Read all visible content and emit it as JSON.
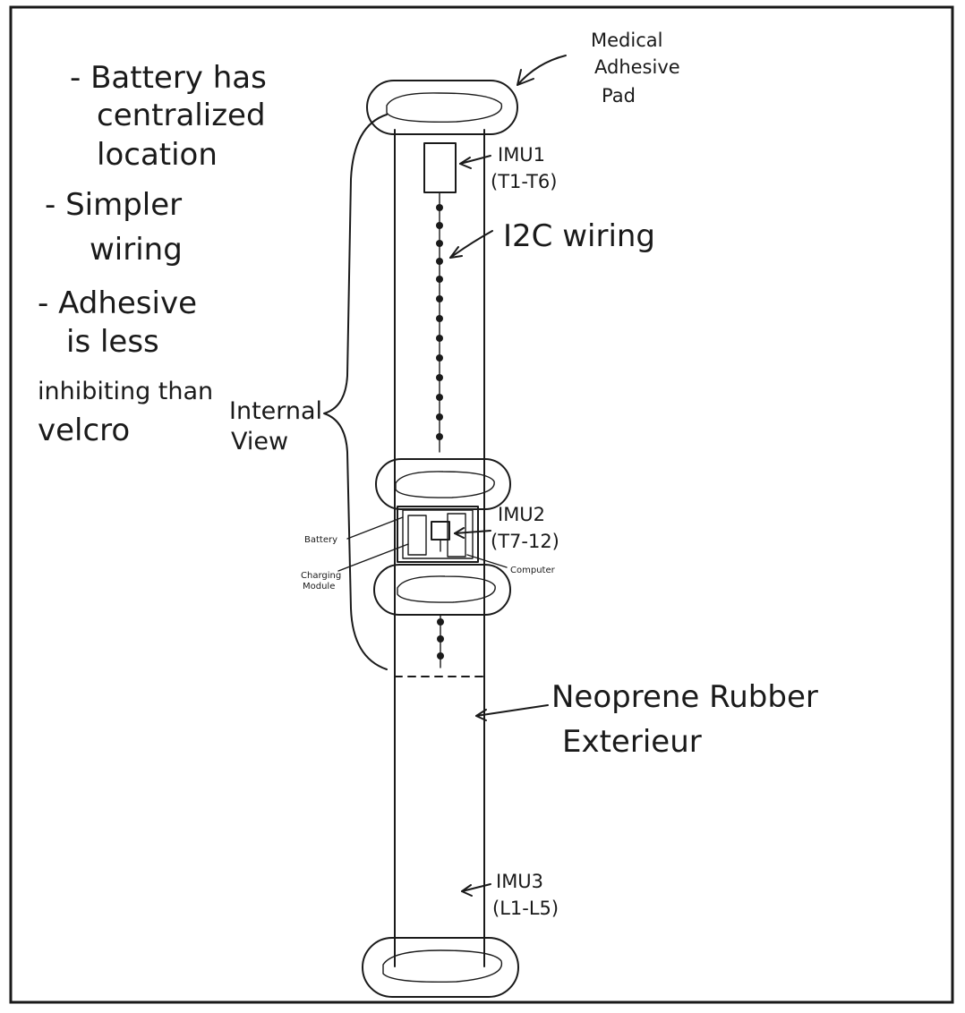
{
  "notes": [
    "- Battery has",
    "centralized",
    "location",
    "- Simpler",
    "wiring",
    "- Adhesive",
    "is less",
    "inhibiting than",
    "velcro"
  ],
  "labels": {
    "adhesive_pad": [
      "Medical",
      "Adhesive",
      "Pad"
    ],
    "imu1": [
      "IMU1",
      "(T1-T6)"
    ],
    "i2c_wiring": "I2C wiring",
    "internal_view": [
      "Internal",
      "View"
    ],
    "imu2": [
      "IMU2",
      "(T7-12)"
    ],
    "battery": "Battery",
    "charging_module": [
      "Charging",
      "Module"
    ],
    "computer": "Computer",
    "neoprene": [
      "Neoprene Rubber",
      "Exterieur"
    ],
    "imu3": [
      "IMU3",
      "(L1-L5)"
    ]
  },
  "colors": {
    "ink": "#1a1a1a",
    "paper": "#ffffff"
  }
}
